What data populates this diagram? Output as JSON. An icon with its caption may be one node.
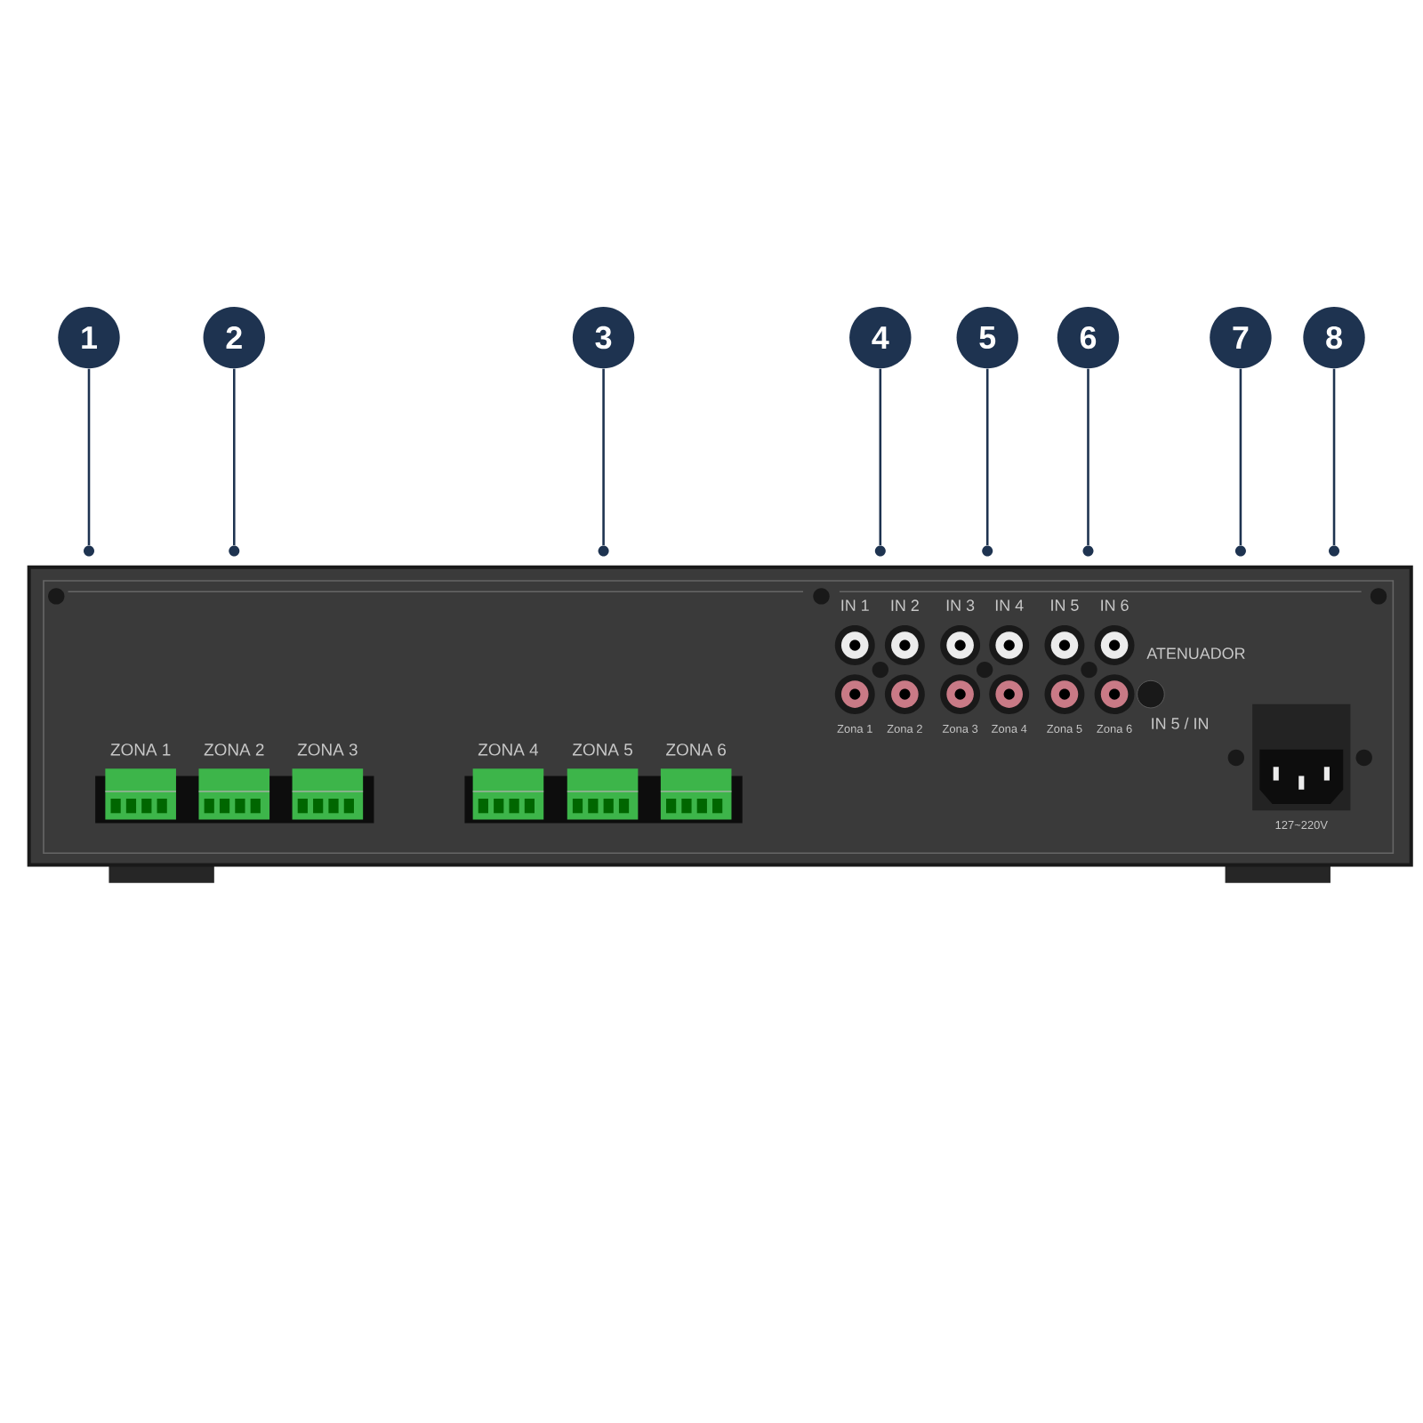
{
  "diagram": {
    "nodes": [
      {
        "text": [
          "1"
        ]
      },
      {
        "text": [
          "2"
        ]
      },
      {
        "text": [
          "3"
        ]
      },
      {
        "text": [
          "4"
        ]
      },
      {
        "text": [
          "5"
        ]
      },
      {
        "text": [
          "6"
        ]
      },
      {
        "text": [
          "7"
        ]
      },
      {
        "text": [
          "8"
        ]
      },
      {
        "text": [],
        "shape": "circle"
      },
      {
        "text": [],
        "shape": "circle"
      },
      {
        "text": [],
        "shape": "circle"
      },
      {
        "text": [],
        "shape": "circle"
      },
      {
        "text": [],
        "shape": "circle"
      },
      {
        "text": [],
        "shape": "circle"
      },
      {
        "text": [],
        "shape": "circle"
      },
      {
        "text": [],
        "shape": "circle"
      }
    ],
    "edges": [
      {
        "from": 0,
        "to": 8,
        "arrow": "none"
      },
      {
        "from": 1,
        "to": 9,
        "arrow": "none"
      },
      {
        "from": 2,
        "to": 10,
        "arrow": "none"
      },
      {
        "from": 3,
        "to": 11,
        "arrow": "none"
      },
      {
        "from": 4,
        "to": 12,
        "arrow": "none"
      },
      {
        "from": 5,
        "to": 13,
        "arrow": "none"
      },
      {
        "from": 6,
        "to": 14,
        "arrow": "none"
      },
      {
        "from": 7,
        "to": 15,
        "arrow": "none"
      }
    ],
    "labels": [
      "IN 1",
      "IN 2",
      "IN 3",
      "IN 4",
      "IN 5",
      "IN 6",
      "ATENUADOR",
      "Zona 1",
      "Zona 2",
      "Zona 3",
      "Zona 4",
      "Zona 5",
      "Zona 6",
      "IN 5 / IN",
      "ZONA 1",
      "ZONA 2",
      "ZONA 3",
      "ZONA 4",
      "ZONA 5",
      "ZONA 6",
      "127~220V"
    ]
  }
}
